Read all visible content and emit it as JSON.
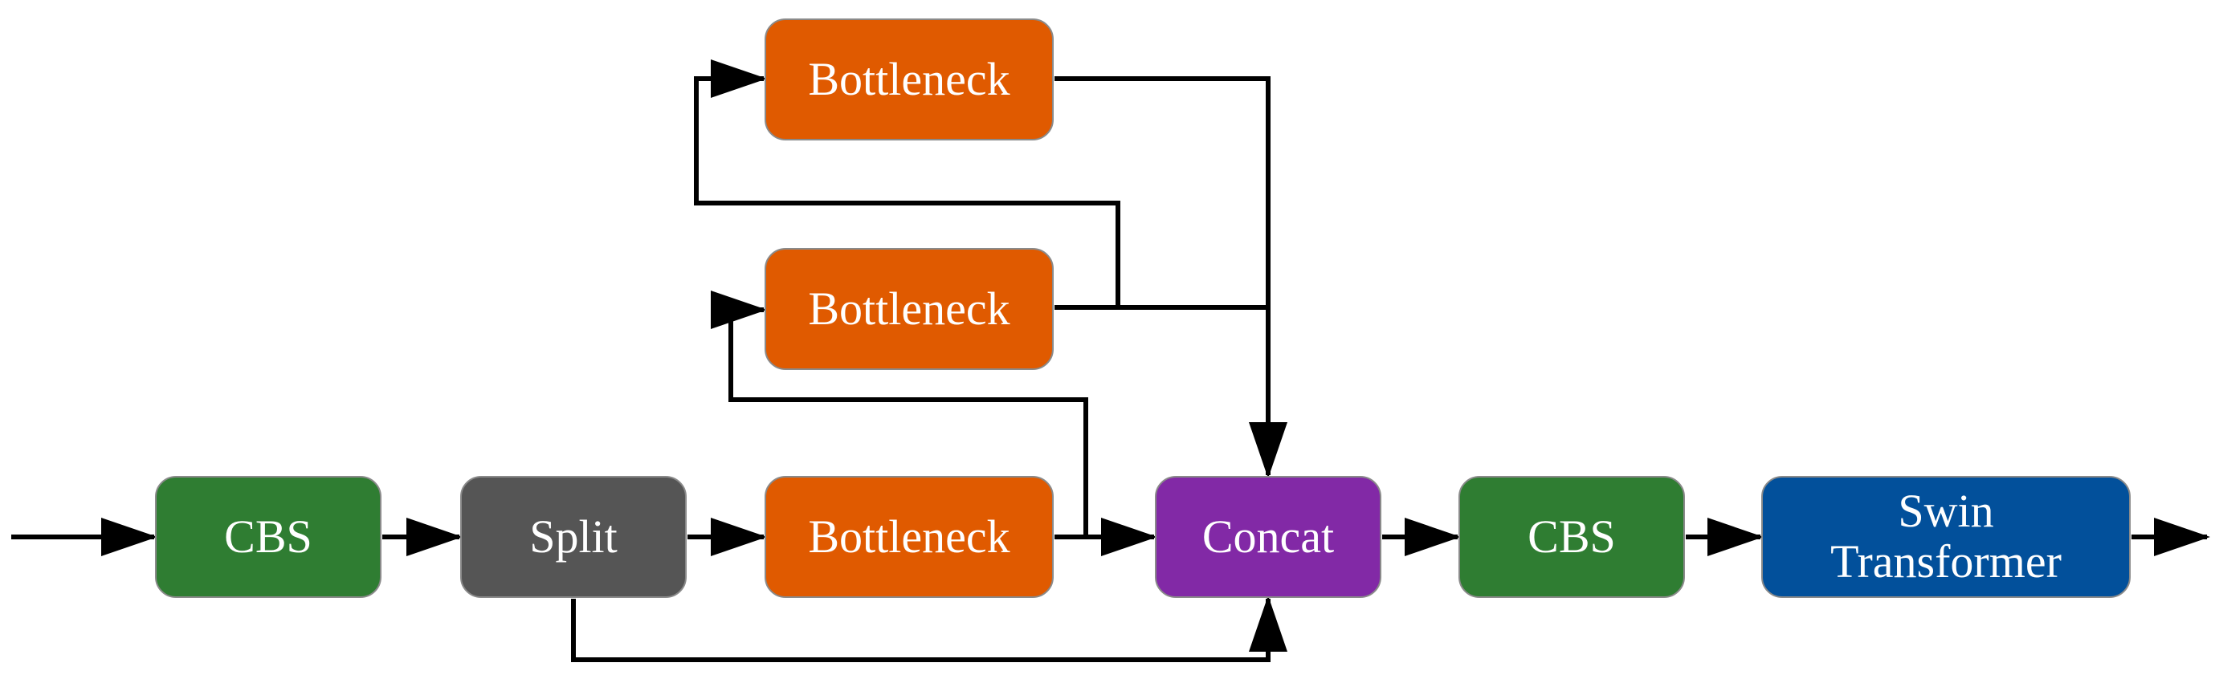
{
  "diagram": {
    "nodes": {
      "cbs_in": {
        "label": "CBS",
        "color": "#2f7d32"
      },
      "split": {
        "label": "Split",
        "color": "#555555"
      },
      "bottleneck_1": {
        "label": "Bottleneck",
        "color": "#e05a00"
      },
      "bottleneck_2": {
        "label": "Bottleneck",
        "color": "#e05a00"
      },
      "bottleneck_3": {
        "label": "Bottleneck",
        "color": "#e05a00"
      },
      "concat": {
        "label": "Concat",
        "color": "#8229a6"
      },
      "cbs_out": {
        "label": "CBS",
        "color": "#2f7d32"
      },
      "swin": {
        "label": "Swin\nTransformer",
        "color": "#02509b"
      }
    },
    "edges": [
      {
        "from": "input",
        "to": "cbs_in"
      },
      {
        "from": "cbs_in",
        "to": "split"
      },
      {
        "from": "split",
        "to": "bottleneck_1"
      },
      {
        "from": "split",
        "to": "concat"
      },
      {
        "from": "bottleneck_1",
        "to": "concat"
      },
      {
        "from": "bottleneck_1",
        "to": "bottleneck_2"
      },
      {
        "from": "bottleneck_2",
        "to": "bottleneck_3"
      },
      {
        "from": "bottleneck_2",
        "to": "concat"
      },
      {
        "from": "bottleneck_3",
        "to": "concat"
      },
      {
        "from": "concat",
        "to": "cbs_out"
      },
      {
        "from": "cbs_out",
        "to": "swin"
      },
      {
        "from": "swin",
        "to": "output"
      }
    ],
    "line_color": "#000000"
  }
}
